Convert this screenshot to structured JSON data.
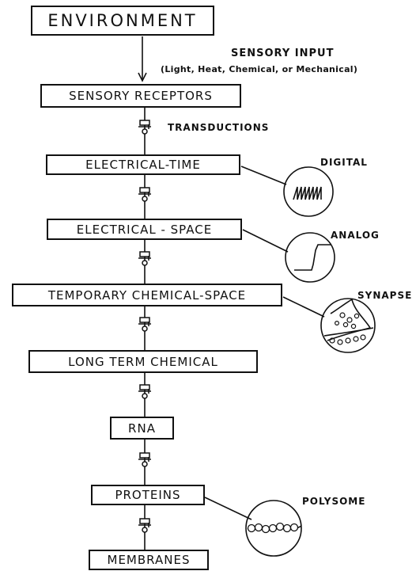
{
  "stages": [
    "ENVIRONMENT",
    "SENSORY RECEPTORS",
    "ELECTRICAL-TIME",
    "ELECTRICAL - SPACE",
    "TEMPORARY CHEMICAL-SPACE",
    "LONG TERM CHEMICAL",
    "RNA",
    "PROTEINS",
    "MEMBRANES"
  ],
  "annotations": {
    "sensory_input": "SENSORY INPUT",
    "sensory_input_types": "(Light, Heat, Chemical, or Mechanical)",
    "transductions": "TRANSDUCTIONS"
  },
  "insets": {
    "digital": "DIGITAL",
    "analog": "ANALOG",
    "synapse": "SYNAPSE",
    "polysome": "POLYSOME"
  }
}
